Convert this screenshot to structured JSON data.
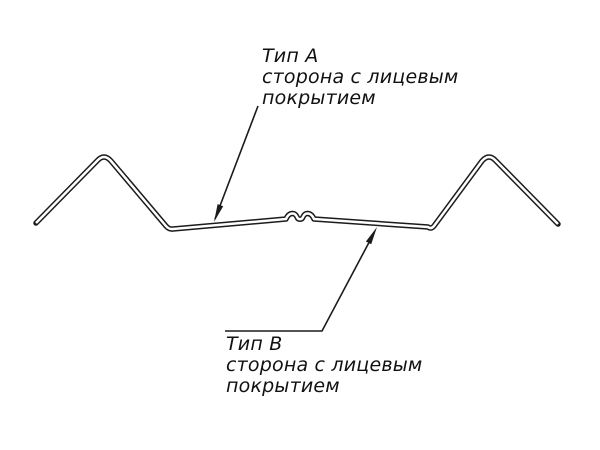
{
  "diagram": {
    "background": "#ffffff",
    "line_color": "#1b1b1b",
    "sheet_gap_color": "#ffffff",
    "description": "Cross-section profile of a ridge sheet with two callout leader arrows",
    "labels": {
      "type_a": {
        "title": "Тип А",
        "line2": "сторона с лицевым",
        "line3": "покрытием"
      },
      "type_b": {
        "title": "Тип В",
        "line2": "сторона с лицевым",
        "line3": "покрытием"
      }
    }
  }
}
